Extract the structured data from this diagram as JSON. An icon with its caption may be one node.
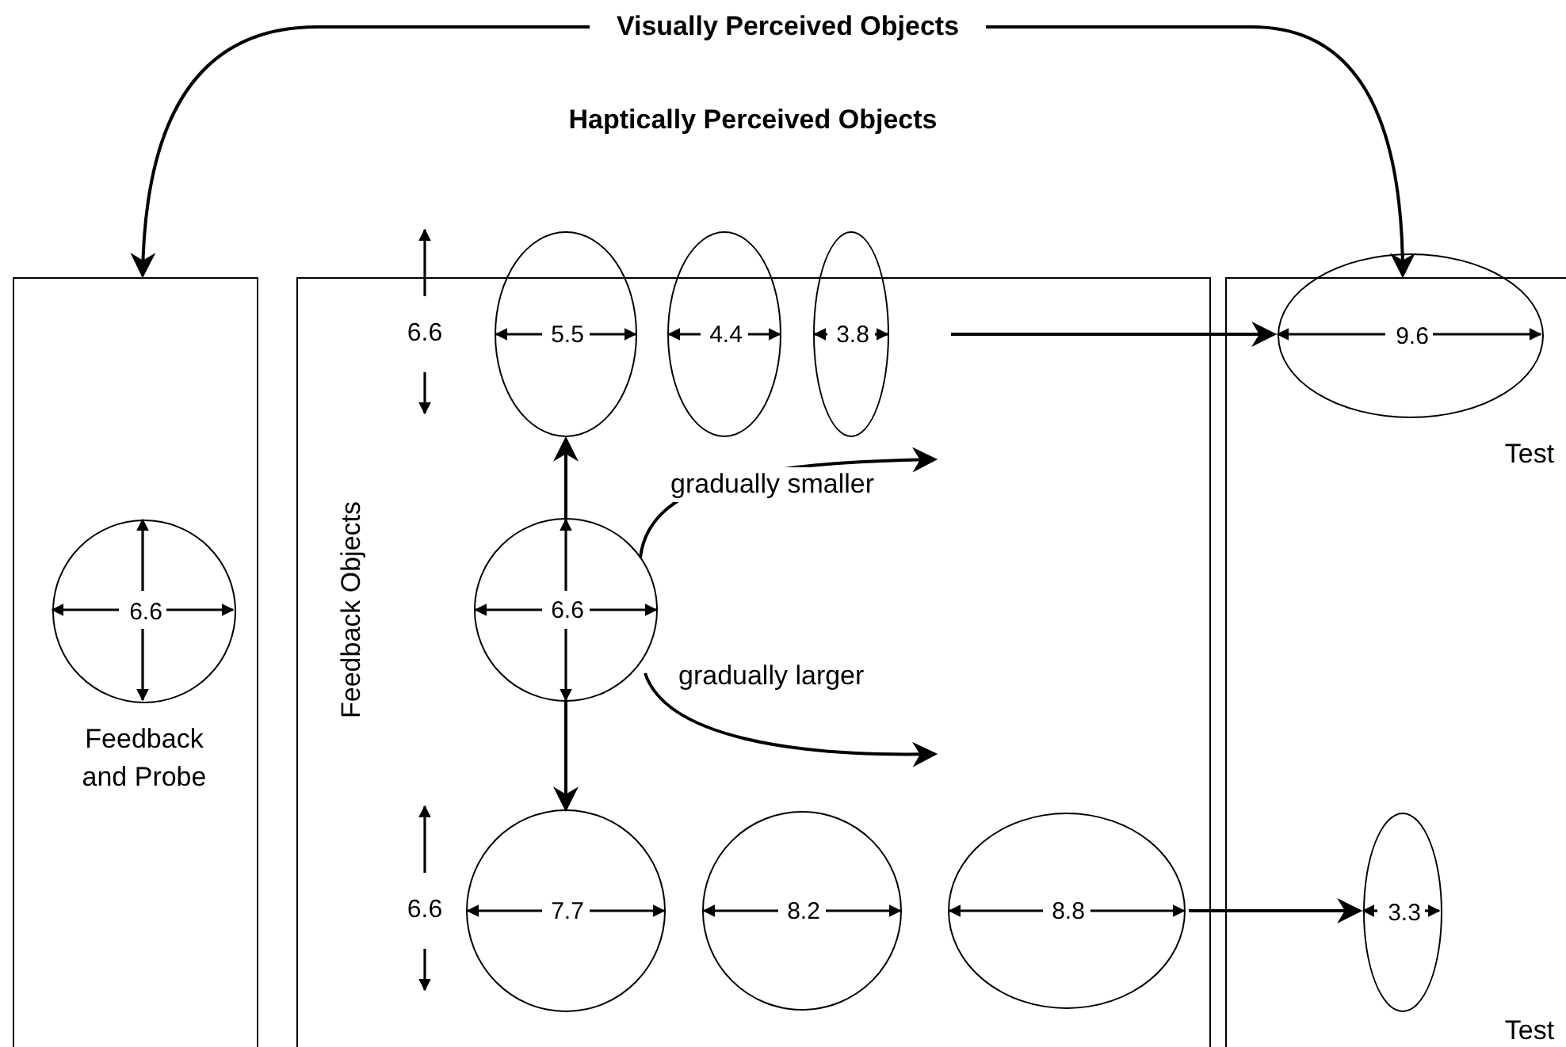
{
  "diagram": {
    "nodes": [
      {
        "text": [
          "Visually Perceived Objects"
        ]
      },
      {
        "text": [
          "Feedback and Probe"
        ]
      },
      {
        "text": [
          "6.6"
        ],
        "in": 1
      },
      {
        "text": [
          "Haptically Perceived Objects",
          "Feedback Objects"
        ]
      },
      {
        "text": [
          "5.5"
        ],
        "in": 3
      },
      {
        "text": [
          "4.4"
        ],
        "in": 3
      },
      {
        "text": [
          "3.8"
        ],
        "in": 3
      },
      {
        "text": [
          "6.6"
        ],
        "in": 3
      },
      {
        "text": [
          "7.7"
        ],
        "in": 3
      },
      {
        "text": [
          "8.2"
        ],
        "in": 3
      },
      {
        "text": [
          "8.8"
        ],
        "in": 3
      },
      {
        "text": [],
        "shape": "box"
      },
      {
        "text": [
          "9.6"
        ],
        "in": 11,
        "beside": [
          "Test"
        ]
      },
      {
        "text": [
          "3.3"
        ],
        "in": 11,
        "beside": [
          "Test"
        ]
      }
    ],
    "edges": [
      {
        "from": 0,
        "to": 1,
        "arrow": "to"
      },
      {
        "from": 0,
        "to": 11,
        "arrow": "to"
      },
      {
        "from": 7,
        "to": 4,
        "arrow": "to"
      },
      {
        "from": 7,
        "to": 8,
        "arrow": "to"
      },
      {
        "from": 7,
        "to": null,
        "arrow": "to",
        "label": "gradually smaller"
      },
      {
        "from": 7,
        "to": null,
        "arrow": "to",
        "label": "gradually larger"
      },
      {
        "from": 6,
        "to": 12,
        "arrow": "to"
      },
      {
        "from": 10,
        "to": 13,
        "arrow": "to"
      }
    ],
    "labels": [
      "6.6",
      "6.6"
    ]
  }
}
